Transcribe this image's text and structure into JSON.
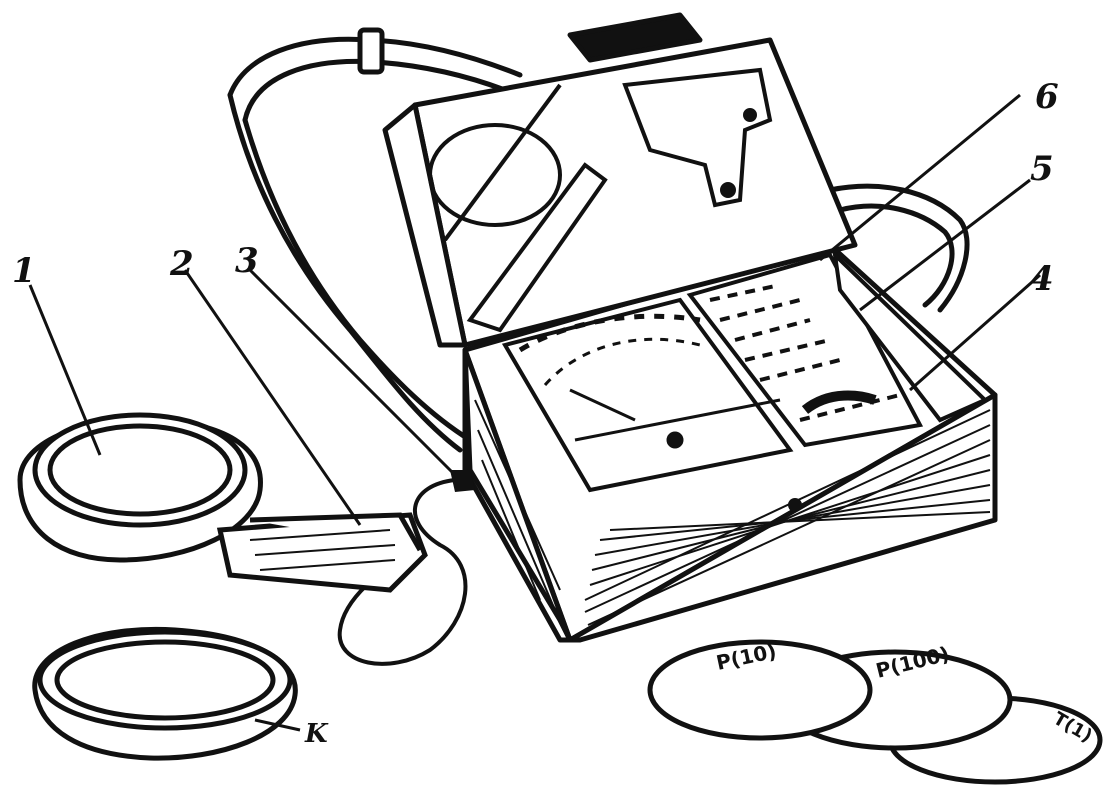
{
  "figure": {
    "labels": [
      {
        "id": "1",
        "text": "1"
      },
      {
        "id": "2",
        "text": "2"
      },
      {
        "id": "3",
        "text": "3"
      },
      {
        "id": "4",
        "text": "4"
      },
      {
        "id": "5",
        "text": "5"
      },
      {
        "id": "6",
        "text": "6"
      },
      {
        "id": "K",
        "text": "K"
      }
    ],
    "discs": [
      {
        "id": "disc-1",
        "text": "Р(10)"
      },
      {
        "id": "disc-2",
        "text": "Р(100)"
      },
      {
        "id": "disc-3",
        "text": "Т(1)"
      }
    ],
    "colors": {
      "ink": "#111111",
      "paper": "#ffffff"
    }
  }
}
